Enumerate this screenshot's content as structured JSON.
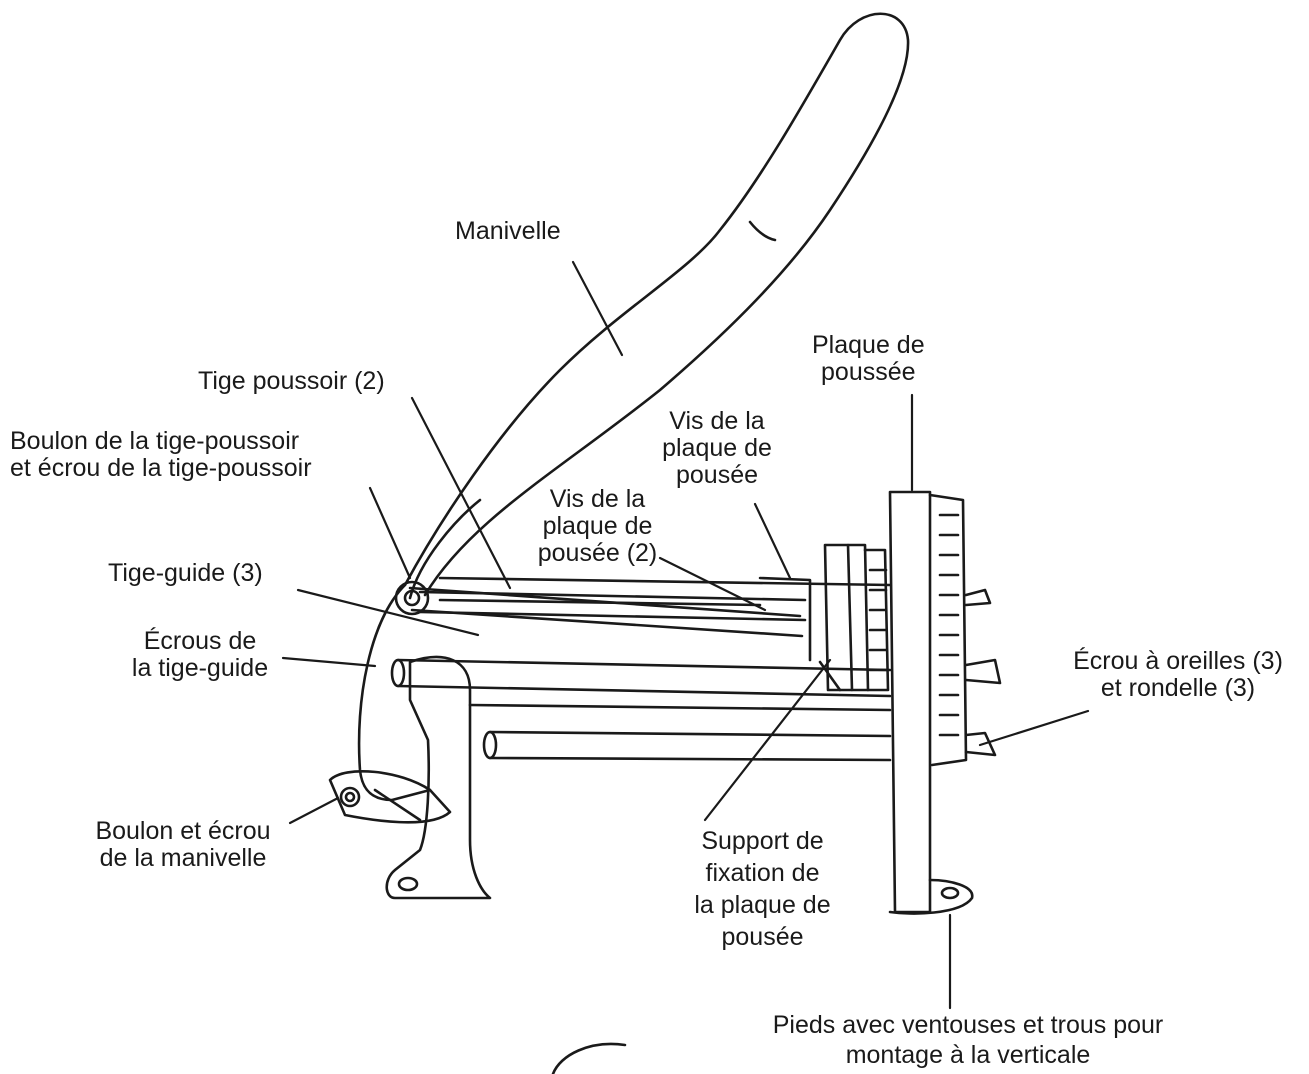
{
  "labels": {
    "manivelle": [
      "Manivelle"
    ],
    "plaque_de_poussee": [
      "Plaque de",
      "poussée"
    ],
    "tige_poussoir": [
      "Tige poussoir (2)"
    ],
    "boulon_tige_poussoir": [
      "Boulon de la tige-poussoir",
      "et écrou de la tige-poussoir"
    ],
    "vis_plaque_1": [
      "Vis de la",
      "plaque de",
      "pousée"
    ],
    "vis_plaque_2": [
      "Vis de la",
      "plaque de",
      "pousée (2)"
    ],
    "tige_guide": [
      "Tige-guide (3)"
    ],
    "ecrous_tige_guide": [
      "Écrous de",
      "la tige-guide"
    ],
    "ecrou_oreilles": [
      "Écrou à oreilles (3)",
      "et rondelle (3)"
    ],
    "boulon_manivelle": [
      "Boulon et écrou",
      "de la manivelle"
    ],
    "support_fixation": [
      "Support de",
      "fixation de",
      "la plaque de",
      "pousée"
    ],
    "pieds": [
      "Pieds avec ventouses et trous pour",
      "montage à la verticale"
    ]
  }
}
